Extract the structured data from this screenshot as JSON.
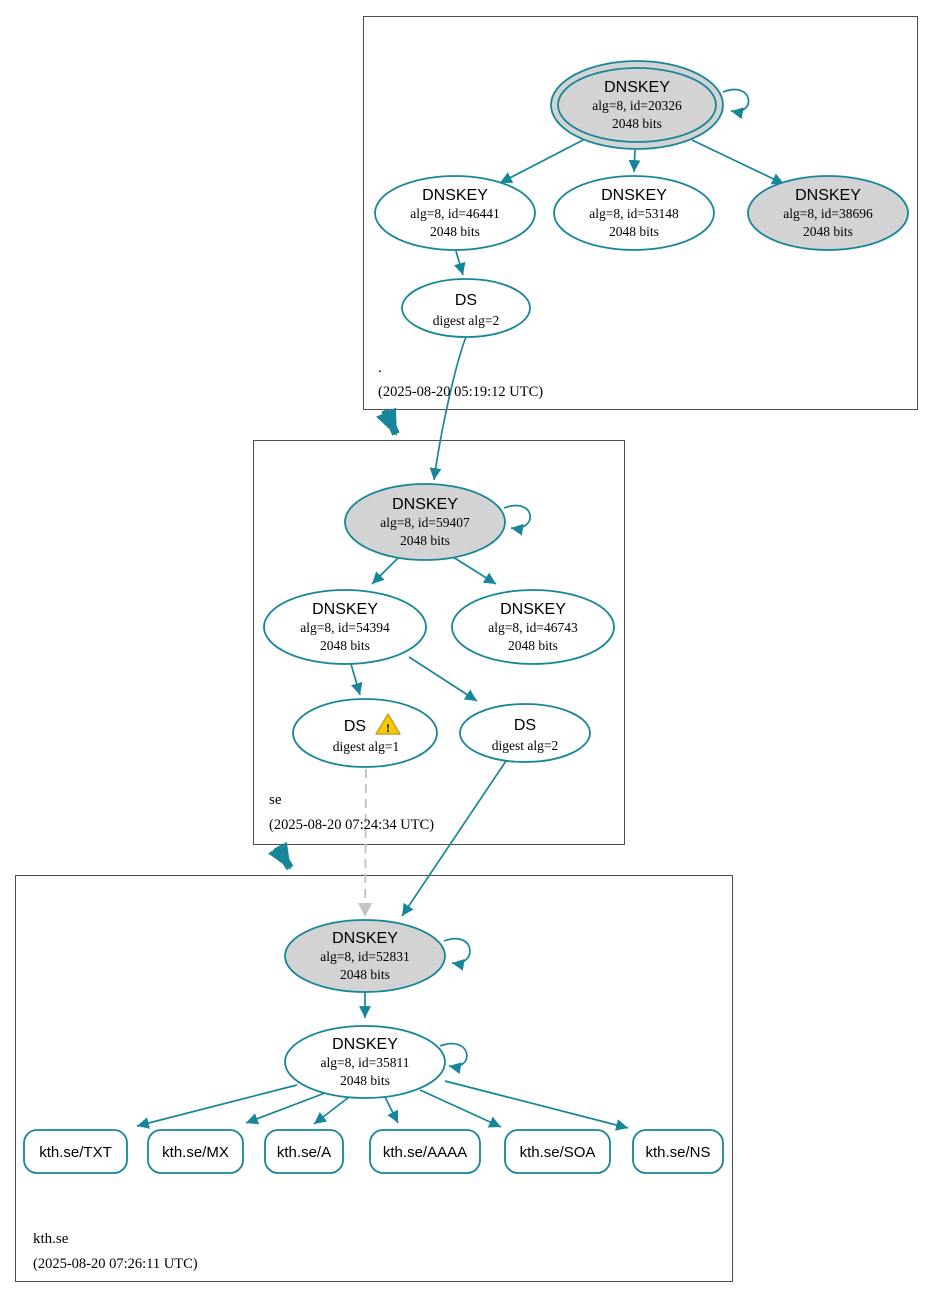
{
  "diagram": {
    "description": "DNSSEC authentication chain graph",
    "colors": {
      "secure_edge": "#17869a",
      "ksk_fill": "#d3d3d3",
      "node_fill": "#ffffff",
      "warning_fill": "#f8ca00",
      "insecure_edge": "#c4c4c4",
      "text": "#000000"
    },
    "icons": {
      "warning_mark": "!"
    }
  },
  "zones": {
    "root": {
      "label": ".",
      "timestamp": "(2025-08-20 05:19:12 UTC)",
      "ksk": {
        "type": "DNSKEY",
        "detail": "alg=8, id=20326",
        "bits": "2048 bits"
      },
      "zsk_46441": {
        "type": "DNSKEY",
        "detail": "alg=8, id=46441",
        "bits": "2048 bits"
      },
      "zsk_53148": {
        "type": "DNSKEY",
        "detail": "alg=8, id=53148",
        "bits": "2048 bits"
      },
      "zsk_38696": {
        "type": "DNSKEY",
        "detail": "alg=8, id=38696",
        "bits": "2048 bits"
      },
      "ds": {
        "type": "DS",
        "detail": "digest alg=2"
      }
    },
    "se": {
      "label": "se",
      "timestamp": "(2025-08-20 07:24:34 UTC)",
      "ksk": {
        "type": "DNSKEY",
        "detail": "alg=8, id=59407",
        "bits": "2048 bits"
      },
      "zsk_54394": {
        "type": "DNSKEY",
        "detail": "alg=8, id=54394",
        "bits": "2048 bits"
      },
      "zsk_46743": {
        "type": "DNSKEY",
        "detail": "alg=8, id=46743",
        "bits": "2048 bits"
      },
      "ds1": {
        "type": "DS",
        "detail": "digest alg=1"
      },
      "ds2": {
        "type": "DS",
        "detail": "digest alg=2"
      }
    },
    "kth": {
      "label": "kth.se",
      "timestamp": "(2025-08-20 07:26:11 UTC)",
      "ksk": {
        "type": "DNSKEY",
        "detail": "alg=8, id=52831",
        "bits": "2048 bits"
      },
      "zsk": {
        "type": "DNSKEY",
        "detail": "alg=8, id=35811",
        "bits": "2048 bits"
      },
      "rrsets": [
        {
          "label": "kth.se/TXT"
        },
        {
          "label": "kth.se/MX"
        },
        {
          "label": "kth.se/A"
        },
        {
          "label": "kth.se/AAAA"
        },
        {
          "label": "kth.se/SOA"
        },
        {
          "label": "kth.se/NS"
        }
      ]
    }
  }
}
